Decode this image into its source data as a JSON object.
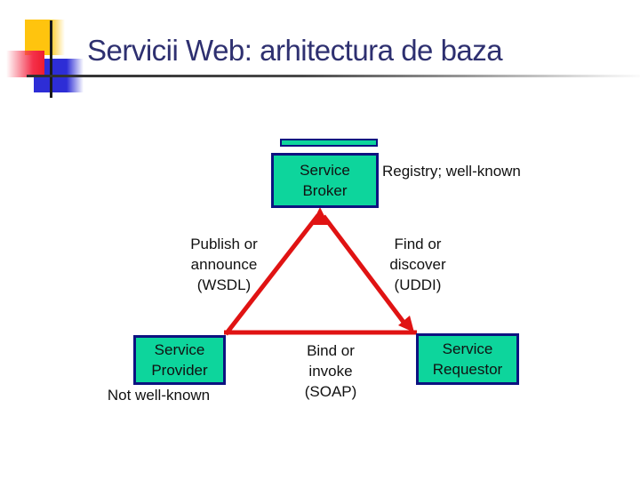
{
  "slide": {
    "title": "Servicii Web: arhitectura de baza",
    "colors": {
      "title_text": "#2e3070",
      "node_fill": "#0dd59c",
      "node_border": "#0d1280",
      "edge_red": "#e01313",
      "deco_yellow": "#ffc40e",
      "deco_red": "#ee1c2e",
      "deco_blue": "#2d2dd6"
    },
    "nodes": {
      "broker": {
        "lines": [
          "Service",
          "Broker"
        ]
      },
      "provider": {
        "lines": [
          "Service",
          "Provider"
        ]
      },
      "requestor": {
        "lines": [
          "Service",
          "Requestor"
        ]
      }
    },
    "labels": {
      "registry": {
        "text": "Registry; well-known"
      },
      "provider_note": {
        "text": "Not well-known"
      },
      "publish": {
        "lines": [
          "Publish or",
          "announce",
          "(WSDL)"
        ]
      },
      "find": {
        "lines": [
          "Find or",
          "discover",
          "(UDDI)"
        ]
      },
      "bind": {
        "lines": [
          "Bind or",
          "invoke",
          "(SOAP)"
        ]
      }
    }
  }
}
